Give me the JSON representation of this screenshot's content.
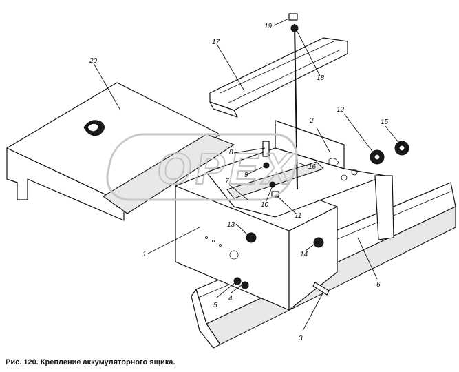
{
  "caption": "Рис. 120. Крепление аккумуляторного ящика.",
  "watermark": "OPEX",
  "callouts": [
    "1",
    "2",
    "3",
    "4",
    "5",
    "6",
    "7",
    "8",
    "9",
    "10",
    "11",
    "12",
    "13",
    "14",
    "15",
    "16",
    "17",
    "18",
    "19",
    "20"
  ]
}
